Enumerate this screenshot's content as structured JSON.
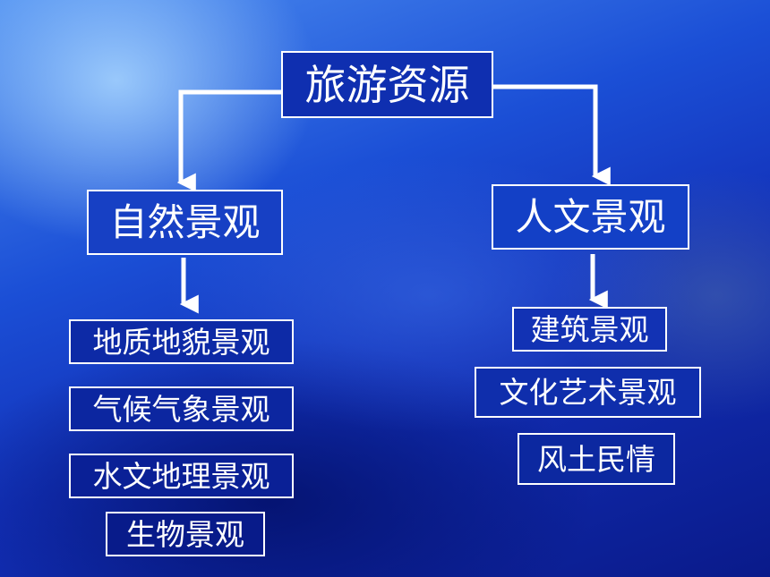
{
  "colors": {
    "box_border": "#ffffff",
    "text": "#ffffff",
    "arrow": "#ffffff"
  },
  "root": {
    "label": "旅游资源"
  },
  "natural": {
    "label": "自然景观",
    "items": [
      "地质地貌景观",
      "气候气象景观",
      "水文地理景观",
      "生物景观"
    ]
  },
  "cultural": {
    "label": "人文景观",
    "items": [
      "建筑景观",
      "文化艺术景观",
      "风土民情"
    ]
  }
}
